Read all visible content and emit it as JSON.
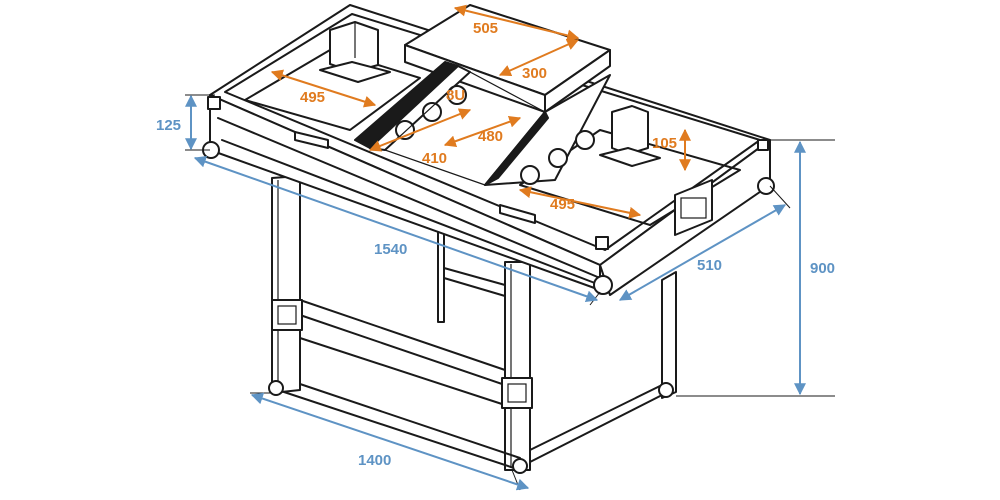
{
  "colors": {
    "inner_dimension": "#e07b1f",
    "outer_dimension": "#5e93c4",
    "outline": "#1a1a1a"
  },
  "dimensions": {
    "compartment_width": "505",
    "compartment_depth": "300",
    "left_deck_width": "495",
    "right_deck_width": "495",
    "mixer_slot_depth": "480",
    "mixer_slot_width": "410",
    "slot_height": "8U",
    "deck_height": "105",
    "lid_height": "125",
    "case_length": "1540",
    "case_depth": "510",
    "total_height": "900",
    "stand_width": "1400"
  }
}
